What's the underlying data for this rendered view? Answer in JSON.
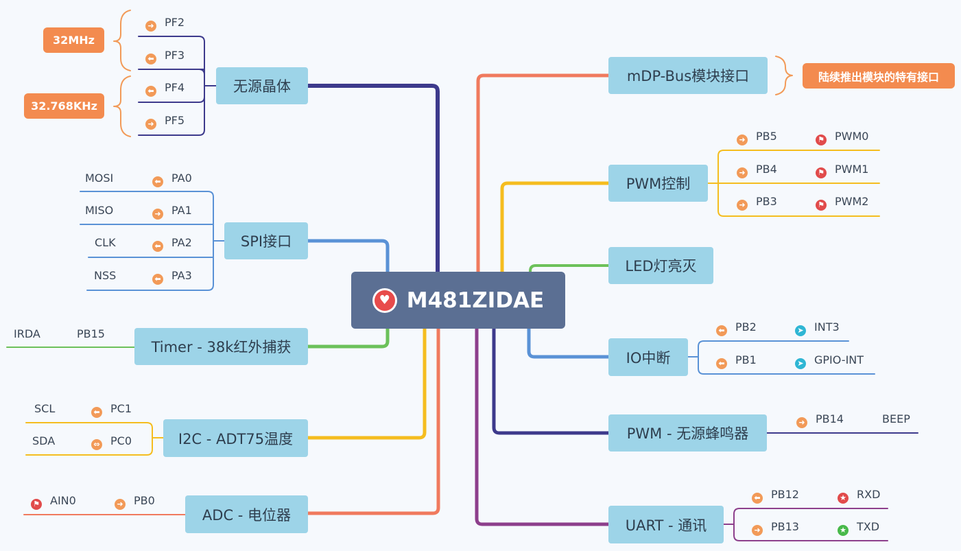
{
  "root": {
    "title": "M481ZIDAE",
    "icon": "heart-icon"
  },
  "colors": {
    "root_bg": "#5b6f93",
    "topic_bg": "#9dd4e8",
    "callout_bg": "#f38b4f",
    "navy": "#3d3a8c",
    "blue": "#5a92d6",
    "green": "#6cc15a",
    "yellow": "#f5bd1f",
    "salmon": "#f07a5e",
    "purple": "#8d3f8c"
  },
  "left": {
    "crystal": {
      "title": "无源晶体",
      "pins": [
        "PF2",
        "PF3",
        "PF4",
        "PF5"
      ],
      "callouts": [
        "32MHz",
        "32.768KHz"
      ]
    },
    "spi": {
      "title": "SPI接口",
      "rows": [
        {
          "signal": "MOSI",
          "pin": "PA0"
        },
        {
          "signal": "MISO",
          "pin": "PA1"
        },
        {
          "signal": "CLK",
          "pin": "PA2"
        },
        {
          "signal": "NSS",
          "pin": "PA3"
        }
      ]
    },
    "timer": {
      "title": "Timer - 38k红外捕获",
      "signal": "IRDA",
      "pin": "PB15"
    },
    "i2c": {
      "title": "I2C - ADT75温度",
      "rows": [
        {
          "signal": "SCL",
          "pin": "PC1"
        },
        {
          "signal": "SDA",
          "pin": "PC0"
        }
      ]
    },
    "adc": {
      "title": "ADC - 电位器",
      "signal": "AIN0",
      "pin": "PB0"
    }
  },
  "right": {
    "mdp": {
      "title": "mDP-Bus模块接口",
      "callout": "陆续推出模块的特有接口"
    },
    "pwm": {
      "title": "PWM控制",
      "rows": [
        {
          "pin": "PB5",
          "func": "PWM0"
        },
        {
          "pin": "PB4",
          "func": "PWM1"
        },
        {
          "pin": "PB3",
          "func": "PWM2"
        }
      ]
    },
    "led": {
      "title": "LED灯亮灭"
    },
    "io": {
      "title": "IO中断",
      "rows": [
        {
          "pin": "PB2",
          "func": "INT3"
        },
        {
          "pin": "PB1",
          "func": "GPIO-INT"
        }
      ]
    },
    "beep": {
      "title": "PWM - 无源蜂鸣器",
      "pin": "PB14",
      "func": "BEEP"
    },
    "uart": {
      "title": "UART - 通讯",
      "rows": [
        {
          "pin": "PB12",
          "func": "RXD"
        },
        {
          "pin": "PB13",
          "func": "TXD"
        }
      ]
    }
  }
}
